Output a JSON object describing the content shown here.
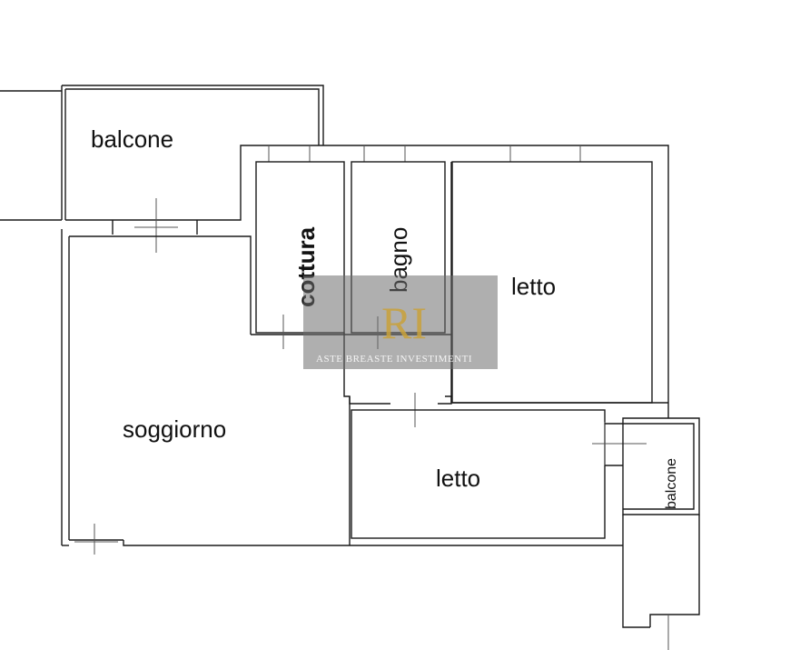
{
  "rooms": {
    "balcone_top": "balcone",
    "cottura": "cottura",
    "bagno": "bagno",
    "letto_right": "letto",
    "soggiorno": "soggiorno",
    "letto_bottom": "letto",
    "balcone_side": "balcone"
  },
  "watermark": {
    "logo_text": "ASTE BREASTE INVESTIMENTI",
    "logo_mark": "RI"
  },
  "colors": {
    "wall": "#1a1a1a",
    "background": "#ffffff",
    "watermark_box": "#6e6e6e",
    "watermark_gold": "#c9a23a"
  }
}
